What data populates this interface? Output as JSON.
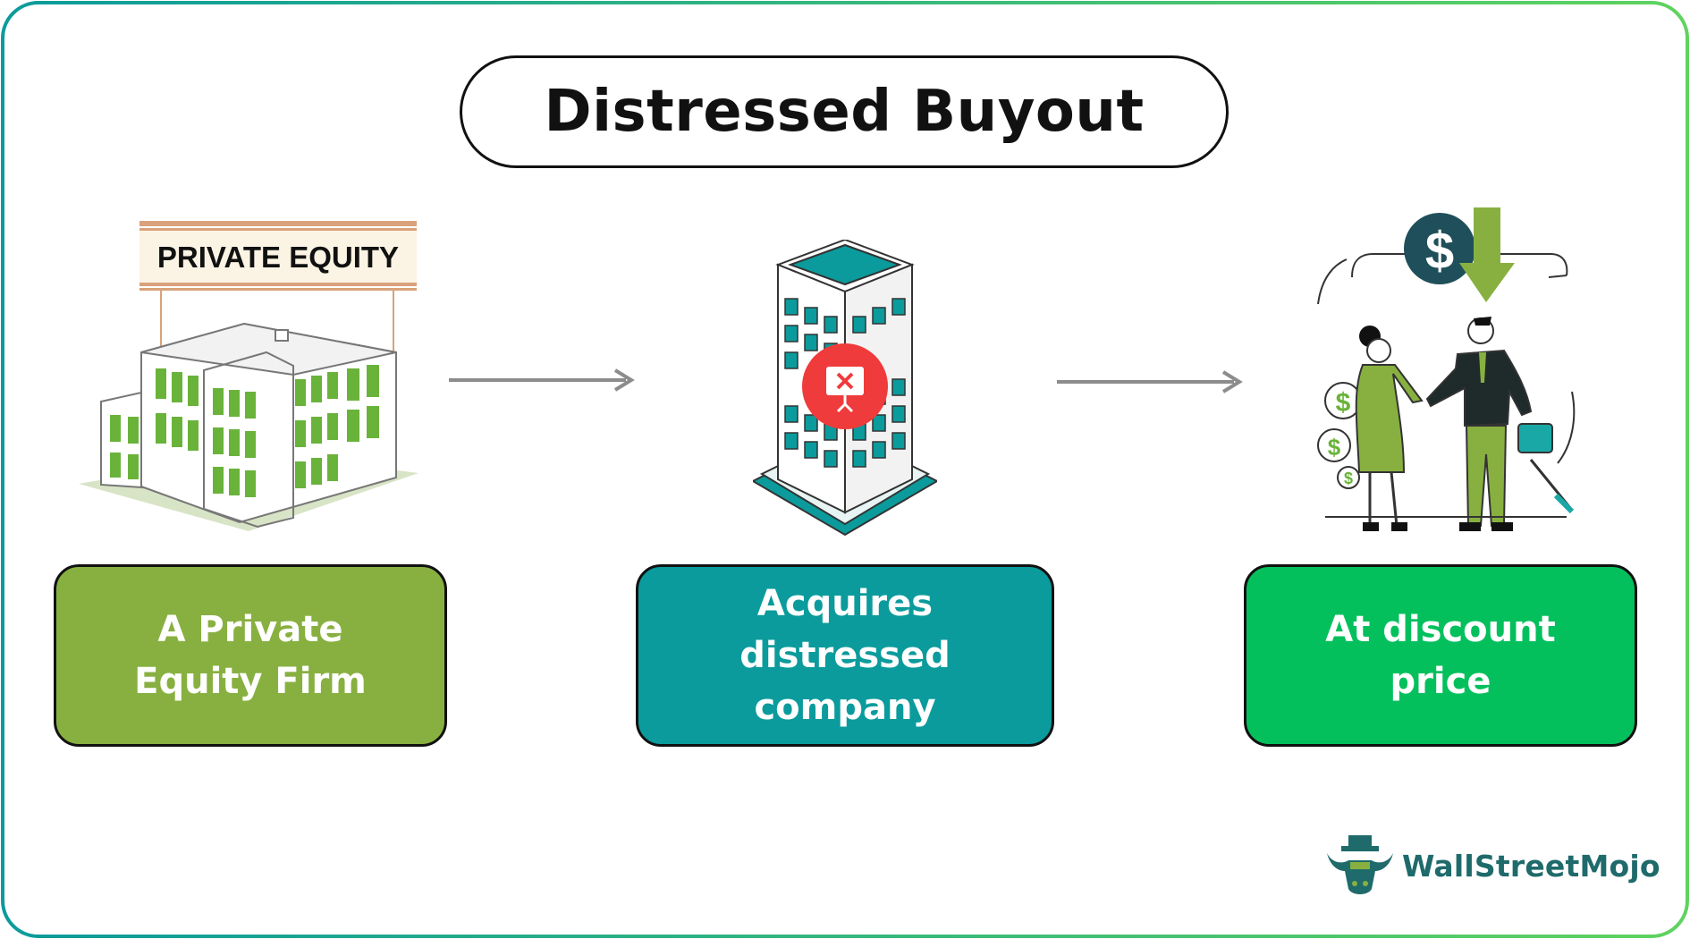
{
  "title": "Distressed Buyout",
  "steps": [
    {
      "label_lines": [
        "A Private",
        "Equity Firm"
      ],
      "color": "#88b040"
    },
    {
      "label_lines": [
        "Acquires distressed",
        "company"
      ],
      "color": "#0b9b9c"
    },
    {
      "label_lines": [
        "At discount",
        "price"
      ],
      "color": "#04c05c"
    }
  ],
  "illustrations": {
    "building_sign": "PRIVATE EQUITY",
    "dollar_symbol": "$"
  },
  "brand": {
    "name": "WallStreetMojo",
    "color": "#1f6a6b"
  },
  "colors": {
    "border_start": "#0b9b9c",
    "border_end": "#5fd35f",
    "arrow": "#8c8c8c"
  }
}
